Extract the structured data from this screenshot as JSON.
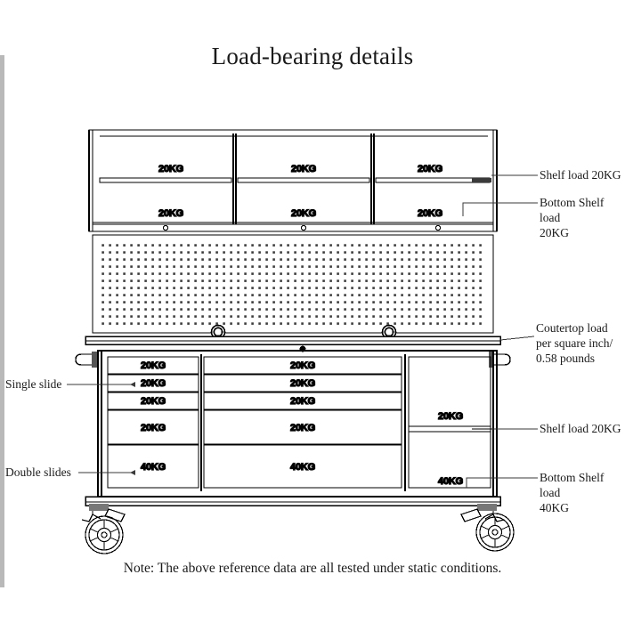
{
  "page": {
    "title": "Load-bearing details",
    "note": "Note: The above reference data are all tested under static conditions."
  },
  "annotations": {
    "right": [
      {
        "id": "shelf-load-top",
        "text": "Shelf load 20KG"
      },
      {
        "id": "bottom-shelf-load-top",
        "text": "Bottom Shelf load\n20KG"
      },
      {
        "id": "countertop-load",
        "text": "Coutertop load\nper square inch/\n0.58 pounds"
      },
      {
        "id": "shelf-load-bottom",
        "text": "Shelf load 20KG"
      },
      {
        "id": "bottom-shelf-load-bottom",
        "text": "Bottom Shelf load\n40KG"
      }
    ],
    "left": [
      {
        "id": "single-slide",
        "text": "Single slide"
      },
      {
        "id": "double-slides",
        "text": "Double slides"
      }
    ]
  },
  "chart_data": {
    "type": "diagram",
    "title": "Load-bearing details",
    "subject": "rolling tool cabinet with hutch",
    "units": "KG",
    "upper_hutch": {
      "rows": 2,
      "columns": 3,
      "row_labels": [
        "Shelf load 20KG",
        "Bottom Shelf load 20KG"
      ],
      "values": [
        [
          "20KG",
          "20KG",
          "20KG"
        ],
        [
          "20KG",
          "20KG",
          "20KG"
        ]
      ]
    },
    "countertop": {
      "label": "Coutertop load per square inch/ 0.58 pounds",
      "value": 0.58,
      "unit": "pounds per square inch"
    },
    "lower_cabinet": {
      "left_bank": {
        "slides": [
          "Single slide",
          "Single slide",
          "Single slide",
          "Single slide",
          "Double slides"
        ],
        "values": [
          "20KG",
          "20KG",
          "20KG",
          "20KG",
          "40KG"
        ]
      },
      "center_bank": {
        "values": [
          "20KG",
          "20KG",
          "20KG",
          "20KG",
          "40KG"
        ]
      },
      "right_cabinet": {
        "values": [
          "20KG",
          "40KG"
        ],
        "labels": [
          "Shelf load 20KG",
          "Bottom Shelf load 40KG"
        ]
      }
    }
  },
  "labels": {
    "hutch": {
      "r0": [
        "20KG",
        "20KG",
        "20KG"
      ],
      "r1": [
        "20KG",
        "20KG",
        "20KG"
      ]
    },
    "left_bank": [
      "20KG",
      "20KG",
      "20KG",
      "20KG",
      "40KG"
    ],
    "center_bank": [
      "20KG",
      "20KG",
      "20KG",
      "20KG",
      "40KG"
    ],
    "right_cabinet": [
      "20KG",
      "40KG"
    ]
  },
  "colors": {
    "line": "#000000",
    "text": "#1a1a1a",
    "pegboard_dot": "#4a4a4a",
    "edge_strip": "#b9b9b9"
  }
}
